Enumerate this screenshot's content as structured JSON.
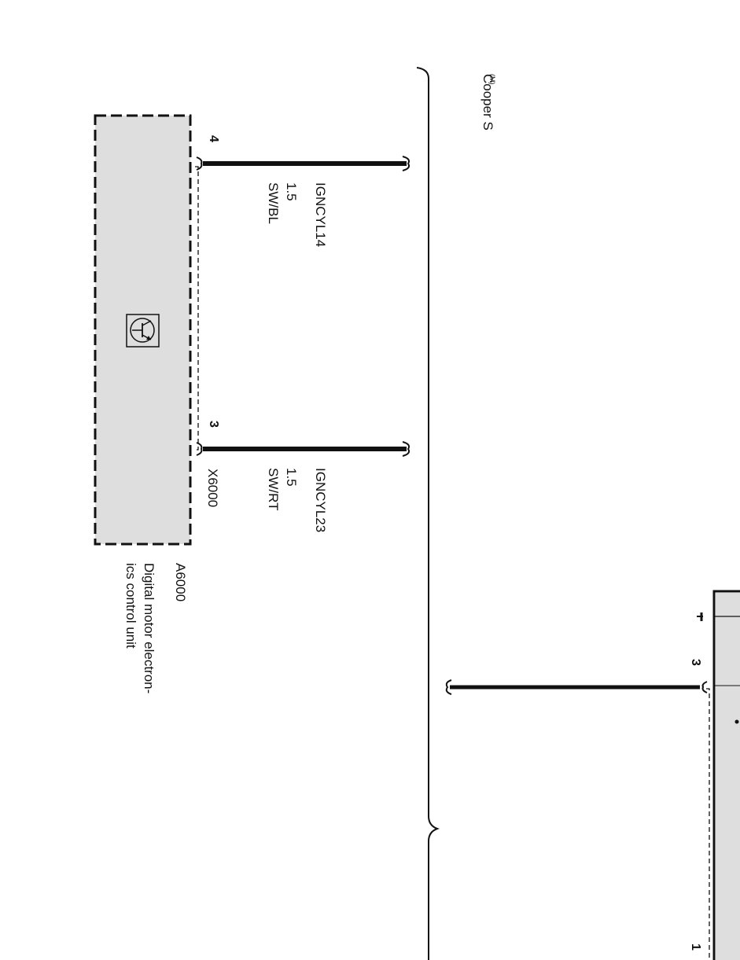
{
  "variant": {
    "label": "Cooper S",
    "superscript": "(M)"
  },
  "wires": [
    {
      "signal": "IGNCYL14",
      "gauge": "1.5",
      "color_code": "SW/BL",
      "pin": "4"
    },
    {
      "signal": "IGNCYL23",
      "gauge": "1.5",
      "color_code": "SW/RT",
      "pin": "3"
    }
  ],
  "connector": {
    "id": "X6000"
  },
  "control_unit": {
    "id": "A6000",
    "name_line1": "Digital motor electron-",
    "name_line2": "ics control unit",
    "icon": "transistor-symbol-icon",
    "fill": "#dedede"
  },
  "lower_module": {
    "pin_top": "3",
    "pin_bottom": "1",
    "ground_icon": "ground-symbol-icon",
    "fill": "#dedede"
  },
  "colors": {
    "line": "#111111",
    "background": "#ffffff"
  }
}
